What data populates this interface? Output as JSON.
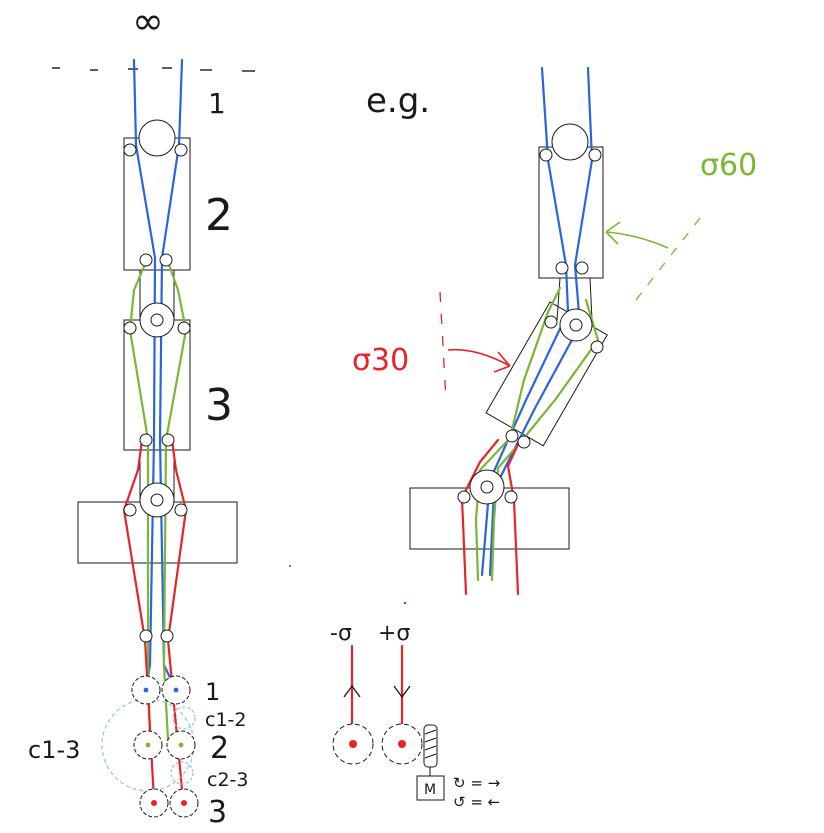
{
  "labels": {
    "infinity": "∞",
    "segment_1": "1",
    "segment_2": "2",
    "segment_3": "3",
    "example": "e.g.",
    "angle_60": "σ60",
    "angle_30": "σ30",
    "gear_row_1": "1",
    "gear_row_2": "2",
    "gear_row_3": "3",
    "coupling_1_2": "c1-2",
    "coupling_1_3": "c1-3",
    "coupling_2_3": "c2-3",
    "minus_sigma": "-σ",
    "plus_sigma": "+σ",
    "motor": "M",
    "cw_rule": "↻ = →",
    "ccw_rule": "↺ = ←"
  },
  "colors": {
    "blue": "#2a64e0",
    "green": "#7ab733",
    "red": "#e8232a",
    "outline": "#1a1a1a",
    "light_blue": "#8ec6e0"
  }
}
